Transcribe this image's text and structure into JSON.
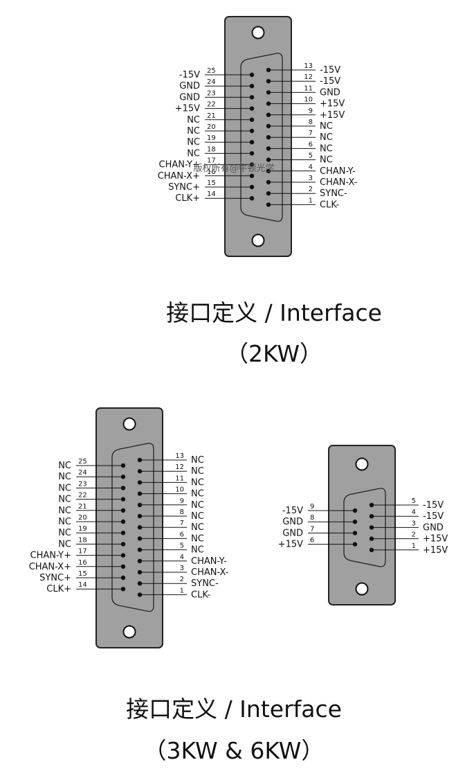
{
  "watermark": "版权所有@牛顿光学",
  "connectors": [
    {
      "id": "db25-2kw",
      "right_pins": [
        {
          "num": "13",
          "label": "-15V"
        },
        {
          "num": "12",
          "label": "-15V"
        },
        {
          "num": "11",
          "label": "GND"
        },
        {
          "num": "10",
          "label": "+15V"
        },
        {
          "num": "9",
          "label": "+15V"
        },
        {
          "num": "8",
          "label": "NC"
        },
        {
          "num": "7",
          "label": "NC"
        },
        {
          "num": "6",
          "label": "NC"
        },
        {
          "num": "5",
          "label": "NC"
        },
        {
          "num": "4",
          "label": "CHAN-Y-"
        },
        {
          "num": "3",
          "label": "CHAN-X-"
        },
        {
          "num": "2",
          "label": "SYNC-"
        },
        {
          "num": "1",
          "label": "CLK-"
        }
      ],
      "left_pins": [
        {
          "num": "25",
          "label": "-15V"
        },
        {
          "num": "24",
          "label": "GND"
        },
        {
          "num": "23",
          "label": "GND"
        },
        {
          "num": "22",
          "label": "+15V"
        },
        {
          "num": "21",
          "label": "NC"
        },
        {
          "num": "20",
          "label": "NC"
        },
        {
          "num": "19",
          "label": "NC"
        },
        {
          "num": "18",
          "label": "NC"
        },
        {
          "num": "17",
          "label": "CHAN-Y+"
        },
        {
          "num": "16",
          "label": "CHAN-X+"
        },
        {
          "num": "15",
          "label": "SYNC+"
        },
        {
          "num": "14",
          "label": "CLK+"
        }
      ]
    },
    {
      "id": "db25-3kw-6kw",
      "right_pins": [
        {
          "num": "13",
          "label": "NC"
        },
        {
          "num": "12",
          "label": "NC"
        },
        {
          "num": "11",
          "label": "NC"
        },
        {
          "num": "10",
          "label": "NC"
        },
        {
          "num": "9",
          "label": "NC"
        },
        {
          "num": "8",
          "label": "NC"
        },
        {
          "num": "7",
          "label": "NC"
        },
        {
          "num": "6",
          "label": "NC"
        },
        {
          "num": "5",
          "label": "NC"
        },
        {
          "num": "4",
          "label": "CHAN-Y-"
        },
        {
          "num": "3",
          "label": "CHAN-X-"
        },
        {
          "num": "2",
          "label": "SYNC-"
        },
        {
          "num": "1",
          "label": "CLK-"
        }
      ],
      "left_pins": [
        {
          "num": "25",
          "label": "NC"
        },
        {
          "num": "24",
          "label": "NC"
        },
        {
          "num": "23",
          "label": "NC"
        },
        {
          "num": "22",
          "label": "NC"
        },
        {
          "num": "21",
          "label": "NC"
        },
        {
          "num": "20",
          "label": "NC"
        },
        {
          "num": "19",
          "label": "NC"
        },
        {
          "num": "18",
          "label": "NC"
        },
        {
          "num": "17",
          "label": "CHAN-Y+"
        },
        {
          "num": "16",
          "label": "CHAN-X+"
        },
        {
          "num": "15",
          "label": "SYNC+"
        },
        {
          "num": "14",
          "label": "CLK+"
        }
      ]
    },
    {
      "id": "db9-3kw-6kw",
      "right_pins": [
        {
          "num": "5",
          "label": "-15V"
        },
        {
          "num": "4",
          "label": "-15V"
        },
        {
          "num": "3",
          "label": "GND"
        },
        {
          "num": "2",
          "label": "+15V"
        },
        {
          "num": "1",
          "label": "+15V"
        }
      ],
      "left_pins": [
        {
          "num": "9",
          "label": "-15V"
        },
        {
          "num": "8",
          "label": "GND"
        },
        {
          "num": "7",
          "label": "GND"
        },
        {
          "num": "6",
          "label": "+15V"
        }
      ]
    }
  ],
  "captions": [
    {
      "line1": "接口定义 / Interface",
      "line2": "（2KW）"
    },
    {
      "line1": "接口定义 / Interface",
      "line2": "（3KW & 6KW）"
    }
  ]
}
